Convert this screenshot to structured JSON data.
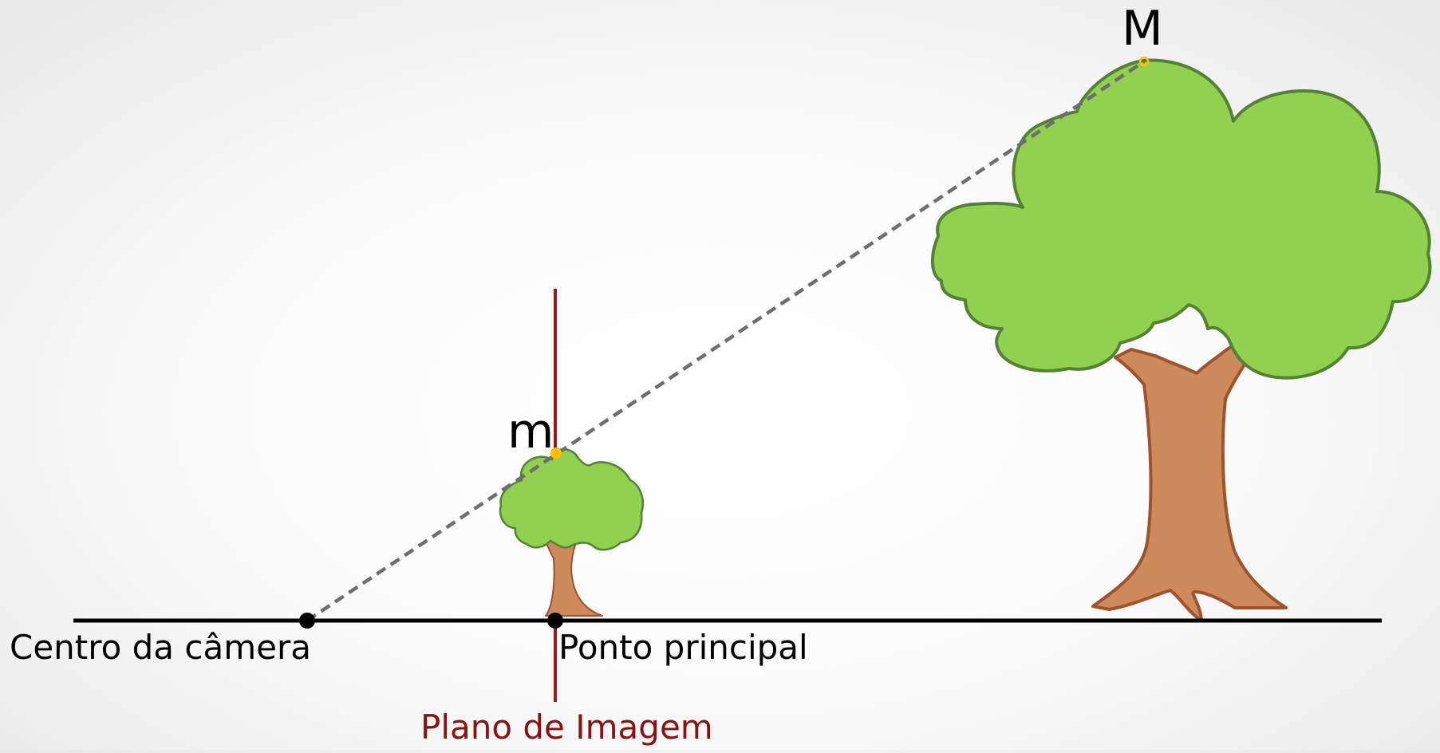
{
  "labels": {
    "camera_center": "Centro da câmera",
    "principal_point": "Ponto principal",
    "image_plane": "Plano de Imagem",
    "image_point": "m",
    "world_point": "M"
  },
  "colors": {
    "axis": "#000000",
    "image_plane": "#a0141a",
    "projection_ray": "#6e6e6e",
    "point_marker": "#ffc000",
    "foliage_fill": "#92d050",
    "foliage_stroke": "#548235",
    "trunk_fill": "#cd8a5a",
    "trunk_stroke": "#a0522d"
  }
}
